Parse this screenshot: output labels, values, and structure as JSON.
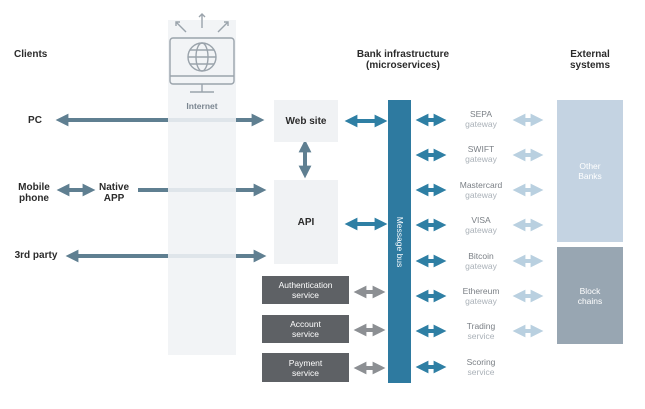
{
  "headers": {
    "clients": "Clients",
    "bank_line1": "Bank infrastructure",
    "bank_line2": "(microservices)",
    "external_line1": "External",
    "external_line2": "systems"
  },
  "internet_label": "Internet",
  "clients": {
    "pc": "PC",
    "mobile_line1": "Mobile",
    "mobile_line2": "phone",
    "native_line1": "Native",
    "native_line2": "APP",
    "third_party": "3rd party"
  },
  "bank": {
    "website": "Web site",
    "api": "API",
    "message_bus": "Message bus",
    "services": [
      {
        "line1": "Authentication",
        "line2": "service"
      },
      {
        "line1": "Account",
        "line2": "service"
      },
      {
        "line1": "Payment",
        "line2": "service"
      }
    ]
  },
  "gateways": [
    {
      "name": "SEPA",
      "sub": "gateway"
    },
    {
      "name": "SWIFT",
      "sub": "gateway"
    },
    {
      "name": "Mastercard",
      "sub": "gateway"
    },
    {
      "name": "VISA",
      "sub": "gateway"
    },
    {
      "name": "Bitcoin",
      "sub": "gateway"
    },
    {
      "name": "Ethereum",
      "sub": "gateway"
    },
    {
      "name": "Trading",
      "sub": "service"
    },
    {
      "name": "Scoring",
      "sub": "service"
    }
  ],
  "external": {
    "other_banks_line1": "Other",
    "other_banks_line2": "Banks",
    "blockchains_line1": "Block",
    "blockchains_line2": "chains"
  },
  "colors": {
    "dark_arrow": "#5f7f91",
    "teal_arrow": "#2e7fa4",
    "light_arrow": "#b9d0e0",
    "grey_arrow": "#8c8f93",
    "message_bus": "#2e7aa0",
    "service_box": "#5e6165",
    "other_banks": "#c4d3e2",
    "blockchains": "#98a6b2"
  },
  "icons": [
    "globe-monitor-icon"
  ]
}
